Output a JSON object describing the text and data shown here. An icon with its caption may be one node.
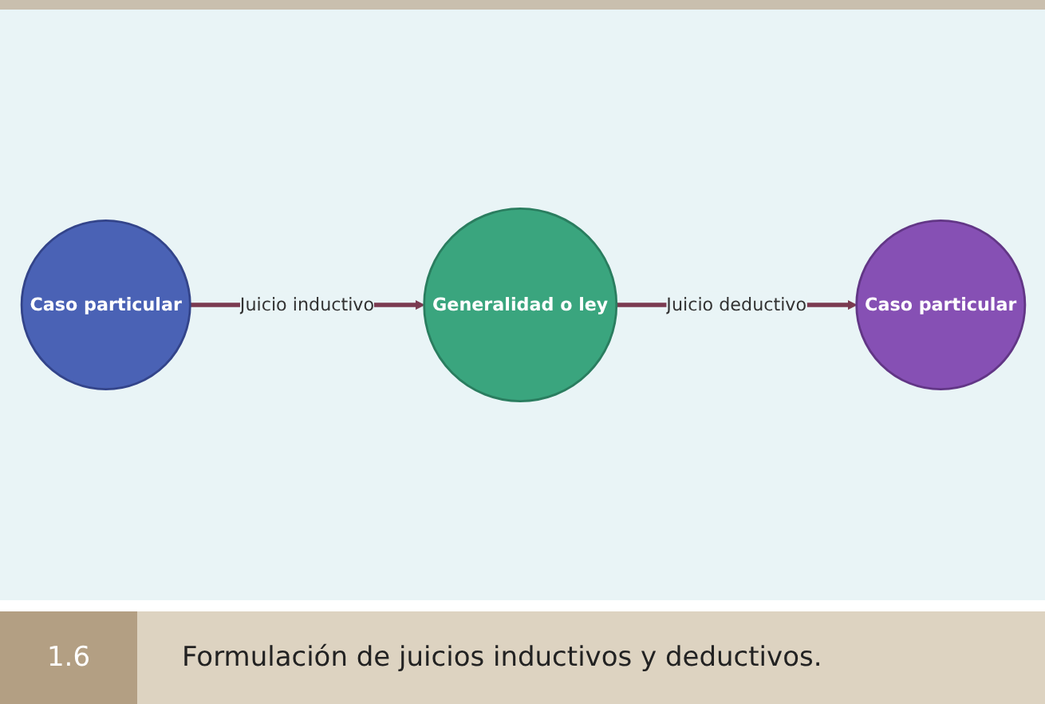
{
  "diagram": {
    "nodes": [
      {
        "text": [
          "Generalidad o ley"
        ]
      },
      {
        "text": [
          "Caso particular"
        ]
      },
      {
        "text": [
          "Caso particular"
        ]
      }
    ],
    "edges": [
      {
        "from": 1,
        "to": 0,
        "arrow": "to",
        "label": "Juicio inductivo"
      },
      {
        "from": 0,
        "to": 2,
        "arrow": "to",
        "label": "Juicio deductivo"
      }
    ],
    "labels": [
      "1.6"
    ],
    "caption": "Formulación de juicios inductivos y deductivos."
  }
}
